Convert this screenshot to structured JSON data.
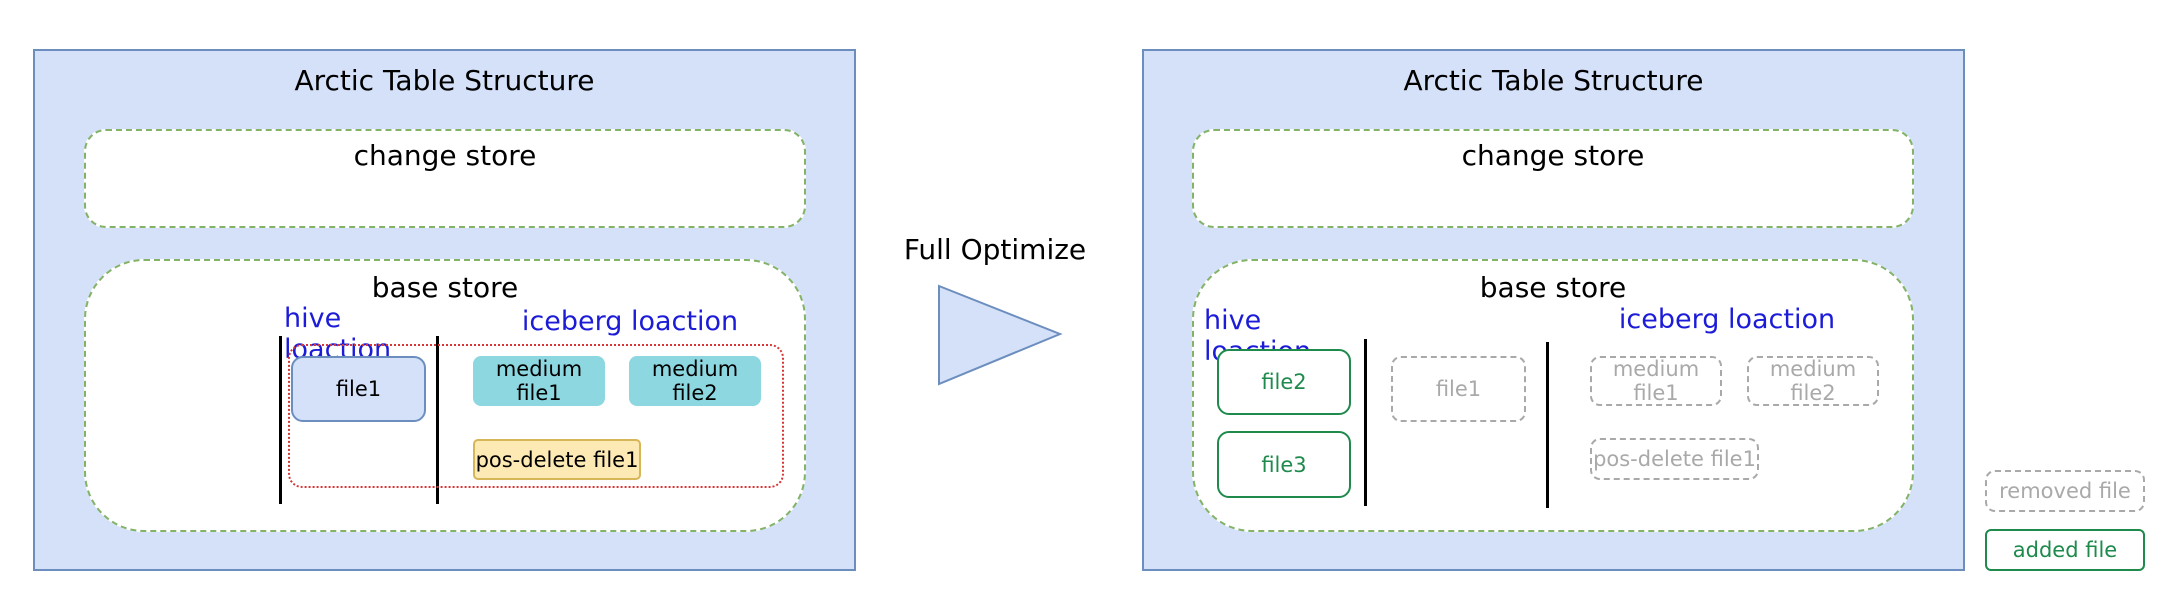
{
  "left_panel": {
    "title": "Arctic Table Structure",
    "change_store": "change store",
    "base_store": "base store",
    "hive_location": "hive loaction",
    "iceberg_location": "iceberg loaction",
    "hive_files": [
      "file1"
    ],
    "iceberg_files": [
      "medium file1",
      "medium file2",
      "pos-delete file1"
    ]
  },
  "arrow": {
    "label": "Full Optimize"
  },
  "right_panel": {
    "title": "Arctic Table Structure",
    "change_store": "change store",
    "base_store": "base store",
    "hive_location": "hive loaction",
    "iceberg_location": "iceberg loaction",
    "added_files": [
      "file2",
      "file3"
    ],
    "removed_hive_files": [
      "file1"
    ],
    "removed_iceberg_files": [
      "medium file1",
      "medium file2",
      "pos-delete file1"
    ]
  },
  "legend": {
    "removed": "removed file",
    "added": "added file"
  },
  "colors": {
    "panel_fill": "#d4e1f9",
    "panel_border": "#6c8ebf",
    "store_border": "#82b366",
    "location_label": "#1c1cd8",
    "medium_file_fill": "#8dd7e0",
    "pos_delete_fill": "#fde9b3",
    "added_file": "#1e8a4c",
    "removed_file": "#a9a9a9",
    "group_outline": "#d63636"
  }
}
